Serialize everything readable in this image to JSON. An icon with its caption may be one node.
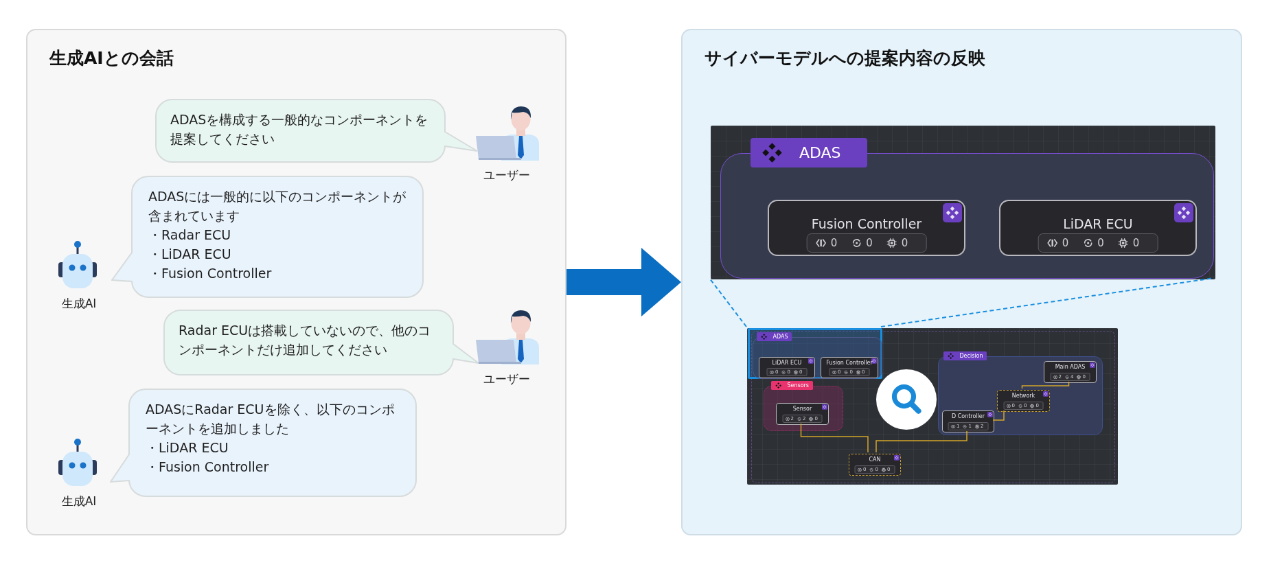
{
  "diagram": {
    "nodes": [
      {
        "text": [
          "生成AIとの会話"
        ]
      },
      {
        "text": [
          "ADASを構成する一般的なコンポーネントを提案してください"
        ],
        "in": 0
      },
      {
        "text": [
          "ADASには一般的に以下のコンポーネントが含まれています",
          "・Radar ECU",
          "・LiDAR ECU",
          "・Fusion Controller"
        ],
        "in": 0
      },
      {
        "text": [
          "Radar ECUは搭載していないので、他のコンポーネントだけ追加してください"
        ],
        "in": 0
      },
      {
        "text": [
          "ADASにRadar ECUを除く、以下のコンポーネントを追加しました",
          "・LiDAR ECU",
          "・Fusion Controller"
        ],
        "in": 0
      },
      {
        "text": [
          "サイバーモデルへの提案内容の反映"
        ]
      },
      {
        "text": [],
        "shape": "box",
        "in": 5
      },
      {
        "text": [
          "ADAS"
        ],
        "in": 6
      },
      {
        "text": [
          "Fusion Controller",
          "0",
          "0",
          "0"
        ],
        "in": 7
      },
      {
        "text": [
          "LiDAR ECU",
          "0",
          "0",
          "0"
        ],
        "in": 7
      },
      {
        "text": [],
        "shape": "box",
        "in": 5
      },
      {
        "text": [],
        "shape": "box",
        "in": 10
      },
      {
        "text": [
          "ADAS"
        ],
        "in": 11
      },
      {
        "text": [
          "LiDAR ECU",
          "0",
          "0",
          "0"
        ],
        "in": 12
      },
      {
        "text": [
          "Fusion Controller",
          "0",
          "0",
          "0"
        ],
        "in": 12
      },
      {
        "text": [
          "Sensors"
        ],
        "in": 10
      },
      {
        "text": [
          "Sensor",
          "2",
          "2",
          "0"
        ],
        "in": 15
      },
      {
        "text": [
          "Decision"
        ],
        "in": 10
      },
      {
        "text": [
          "Main ADAS",
          "2",
          "4",
          "0"
        ],
        "in": 17
      },
      {
        "text": [
          "Network",
          "0",
          "0",
          "0"
        ],
        "in": 17
      },
      {
        "text": [
          "D Controller",
          "1",
          "1",
          "2"
        ],
        "in": 17
      },
      {
        "text": [
          "CAN",
          "0",
          "0",
          "0"
        ],
        "in": 10
      }
    ],
    "edges": [
      {
        "from": 0,
        "to": 5,
        "arrow": "to",
        "style": "thick",
        "color": "#0a6fc2"
      },
      {
        "from": 11,
        "to": 6,
        "arrow": "none",
        "style": "dashed",
        "color": "#1a8fe0"
      },
      {
        "from": 11,
        "to": 6,
        "arrow": "none",
        "style": "dashed",
        "color": "#1a8fe0"
      },
      {
        "from": 16,
        "to": 21,
        "arrow": "none"
      },
      {
        "from": 20,
        "to": 21,
        "arrow": "none"
      },
      {
        "from": 20,
        "to": 19,
        "arrow": "none"
      },
      {
        "from": 19,
        "to": 18,
        "arrow": "none"
      }
    ],
    "labels": [
      "ユーザー",
      "生成AI",
      "ユーザー",
      "生成AI"
    ]
  }
}
